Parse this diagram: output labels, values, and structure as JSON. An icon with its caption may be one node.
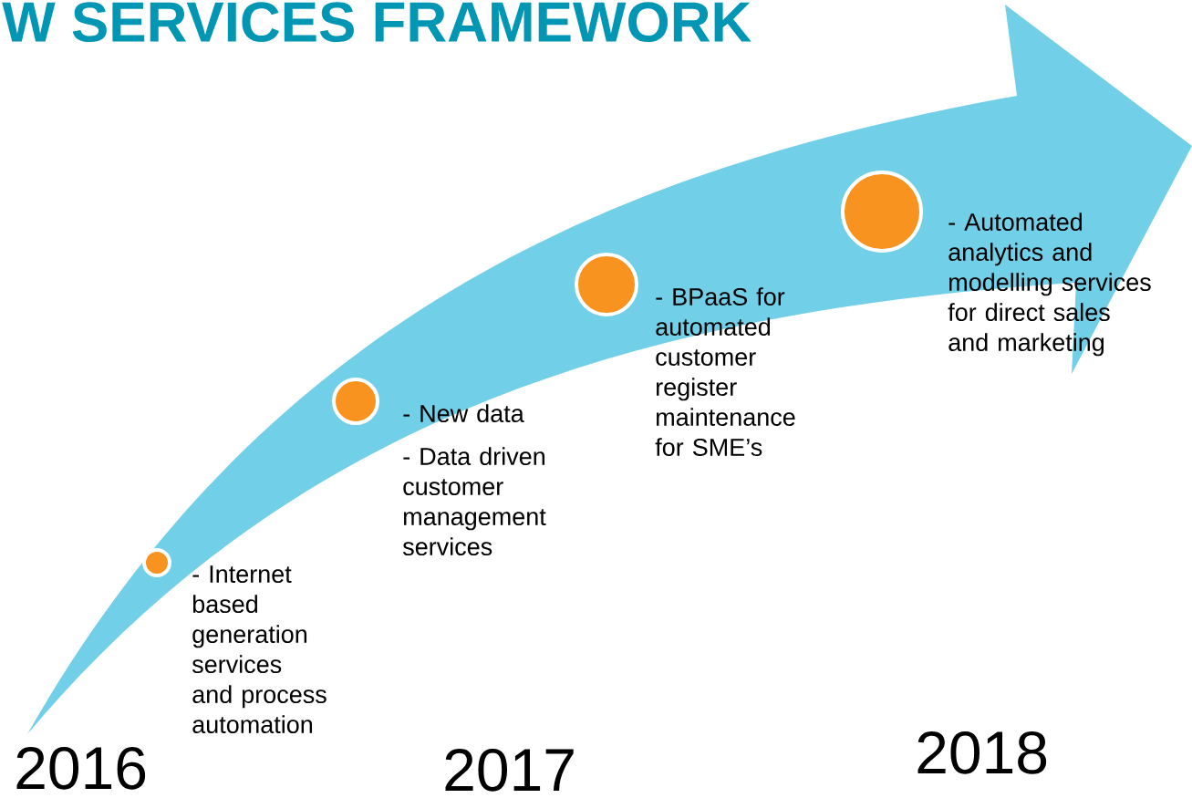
{
  "diagram": {
    "title": "W SERVICES FRAMEWORK",
    "nodes": [
      {
        "text": [],
        "shape": "circle",
        "beside": [
          "- Internet based generation services and process automation"
        ]
      },
      {
        "text": [],
        "shape": "circle",
        "beside": [
          "- New data",
          "- Data driven customer management services"
        ]
      },
      {
        "text": [],
        "shape": "circle",
        "beside": [
          "- BPaaS for automated customer register maintenance for SME’s"
        ]
      },
      {
        "text": [],
        "shape": "circle",
        "beside": [
          "- Automated analytics and modelling services for direct sales and marketing"
        ]
      }
    ],
    "labels": [
      "2016",
      "2017",
      "2018"
    ]
  }
}
